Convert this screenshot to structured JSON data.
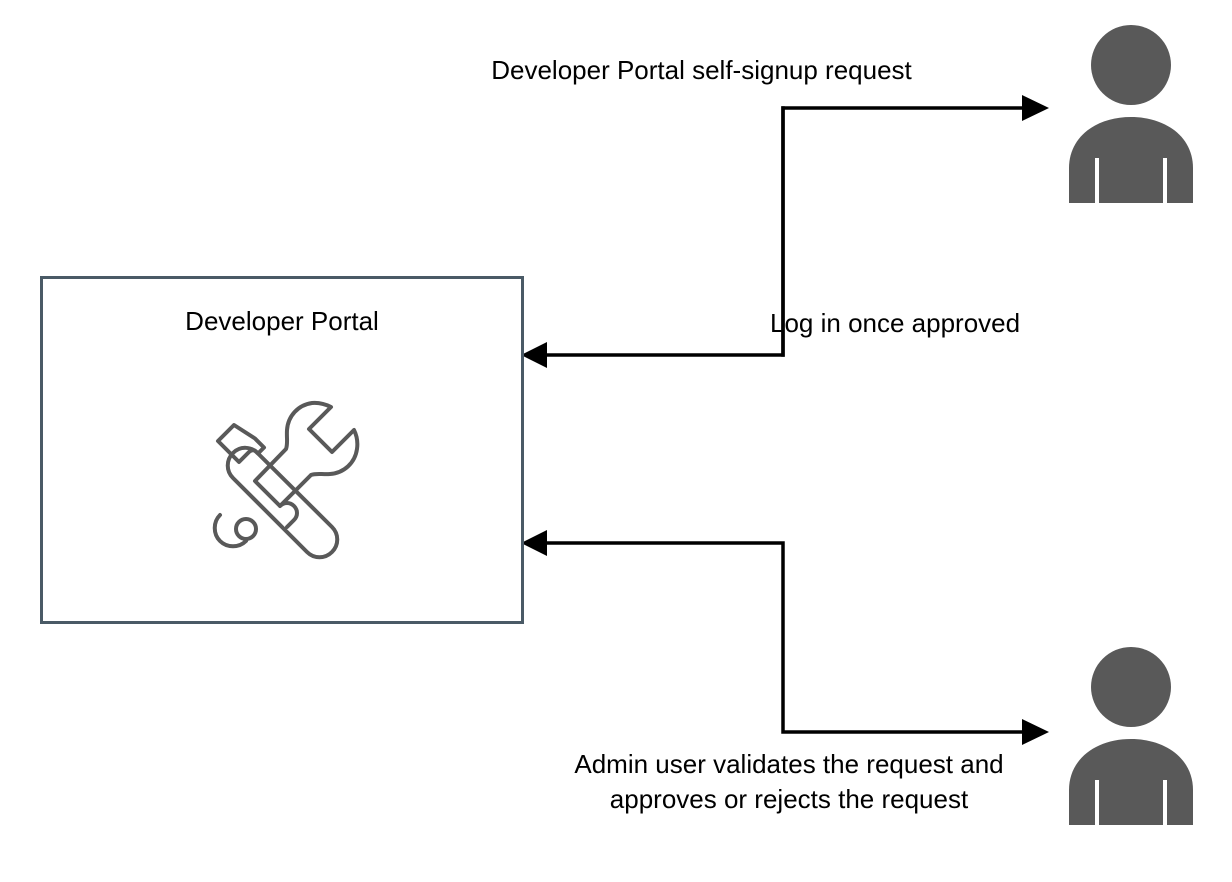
{
  "diagram": {
    "type": "flow-diagram",
    "background_color": "#ffffff",
    "nodes": [
      {
        "id": "developer-portal",
        "label": "Developer Portal",
        "shape": "rectangle",
        "border_color": "#4a5a66",
        "fill_color": "#ffffff",
        "icon": "tools-icon"
      },
      {
        "id": "developer-actor",
        "shape": "actor-person",
        "fill_color": "#595959"
      },
      {
        "id": "admin-actor",
        "shape": "actor-person",
        "fill_color": "#595959"
      }
    ],
    "edges": [
      {
        "id": "edge-signup",
        "label": "Developer Portal self-signup request",
        "from": "developer-portal",
        "to": "developer-actor",
        "style": "orthogonal",
        "color": "#000000"
      },
      {
        "id": "edge-login",
        "label": "Log in once approved",
        "from": "developer-actor",
        "to": "developer-portal",
        "style": "orthogonal",
        "color": "#000000"
      },
      {
        "id": "edge-admin",
        "label": "Admin user validates the request and approves or rejects the request",
        "from": "admin-actor",
        "to": "developer-portal",
        "style": "orthogonal",
        "color": "#000000"
      }
    ]
  },
  "node": {
    "portal": {
      "title": "Developer Portal"
    }
  },
  "labels": {
    "signup": "Developer Portal self-signup request",
    "login": "Log in once approved",
    "admin": "Admin user validates the request and approves or rejects the request"
  }
}
